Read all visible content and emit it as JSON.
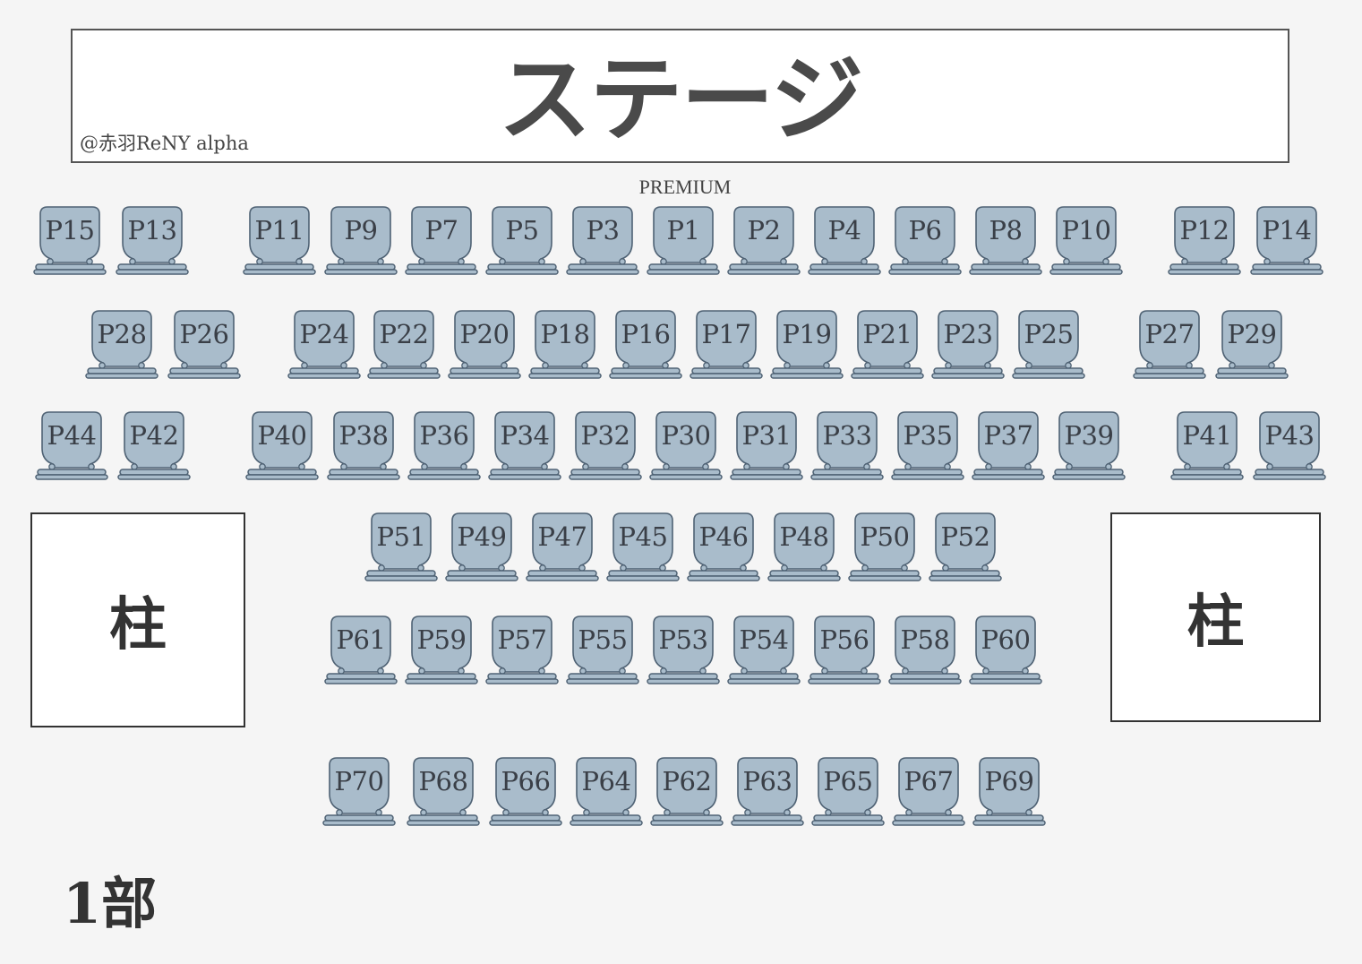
{
  "stage": {
    "title": "ステージ",
    "credit": "@赤羽ReNY  alpha"
  },
  "section_label": "PREMIUM",
  "part_label": "1部",
  "pillars": {
    "left": "柱",
    "right": "柱"
  },
  "colors": {
    "seat_fill": "#a9bccb",
    "seat_stroke": "#4f6274",
    "background": "#f5f5f5"
  },
  "rows": [
    [
      "P15",
      "P13",
      "P11",
      "P9",
      "P7",
      "P5",
      "P3",
      "P1",
      "P2",
      "P4",
      "P6",
      "P8",
      "P10",
      "P12",
      "P14"
    ],
    [
      "P28",
      "P26",
      "P24",
      "P22",
      "P20",
      "P18",
      "P16",
      "P17",
      "P19",
      "P21",
      "P23",
      "P25",
      "P27",
      "P29"
    ],
    [
      "P44",
      "P42",
      "P40",
      "P38",
      "P36",
      "P34",
      "P32",
      "P30",
      "P31",
      "P33",
      "P35",
      "P37",
      "P39",
      "P41",
      "P43"
    ],
    [
      "P51",
      "P49",
      "P47",
      "P45",
      "P46",
      "P48",
      "P50",
      "P52"
    ],
    [
      "P61",
      "P59",
      "P57",
      "P55",
      "P53",
      "P54",
      "P56",
      "P58",
      "P60"
    ],
    [
      "P70",
      "P68",
      "P66",
      "P64",
      "P62",
      "P63",
      "P65",
      "P67",
      "P69"
    ]
  ]
}
